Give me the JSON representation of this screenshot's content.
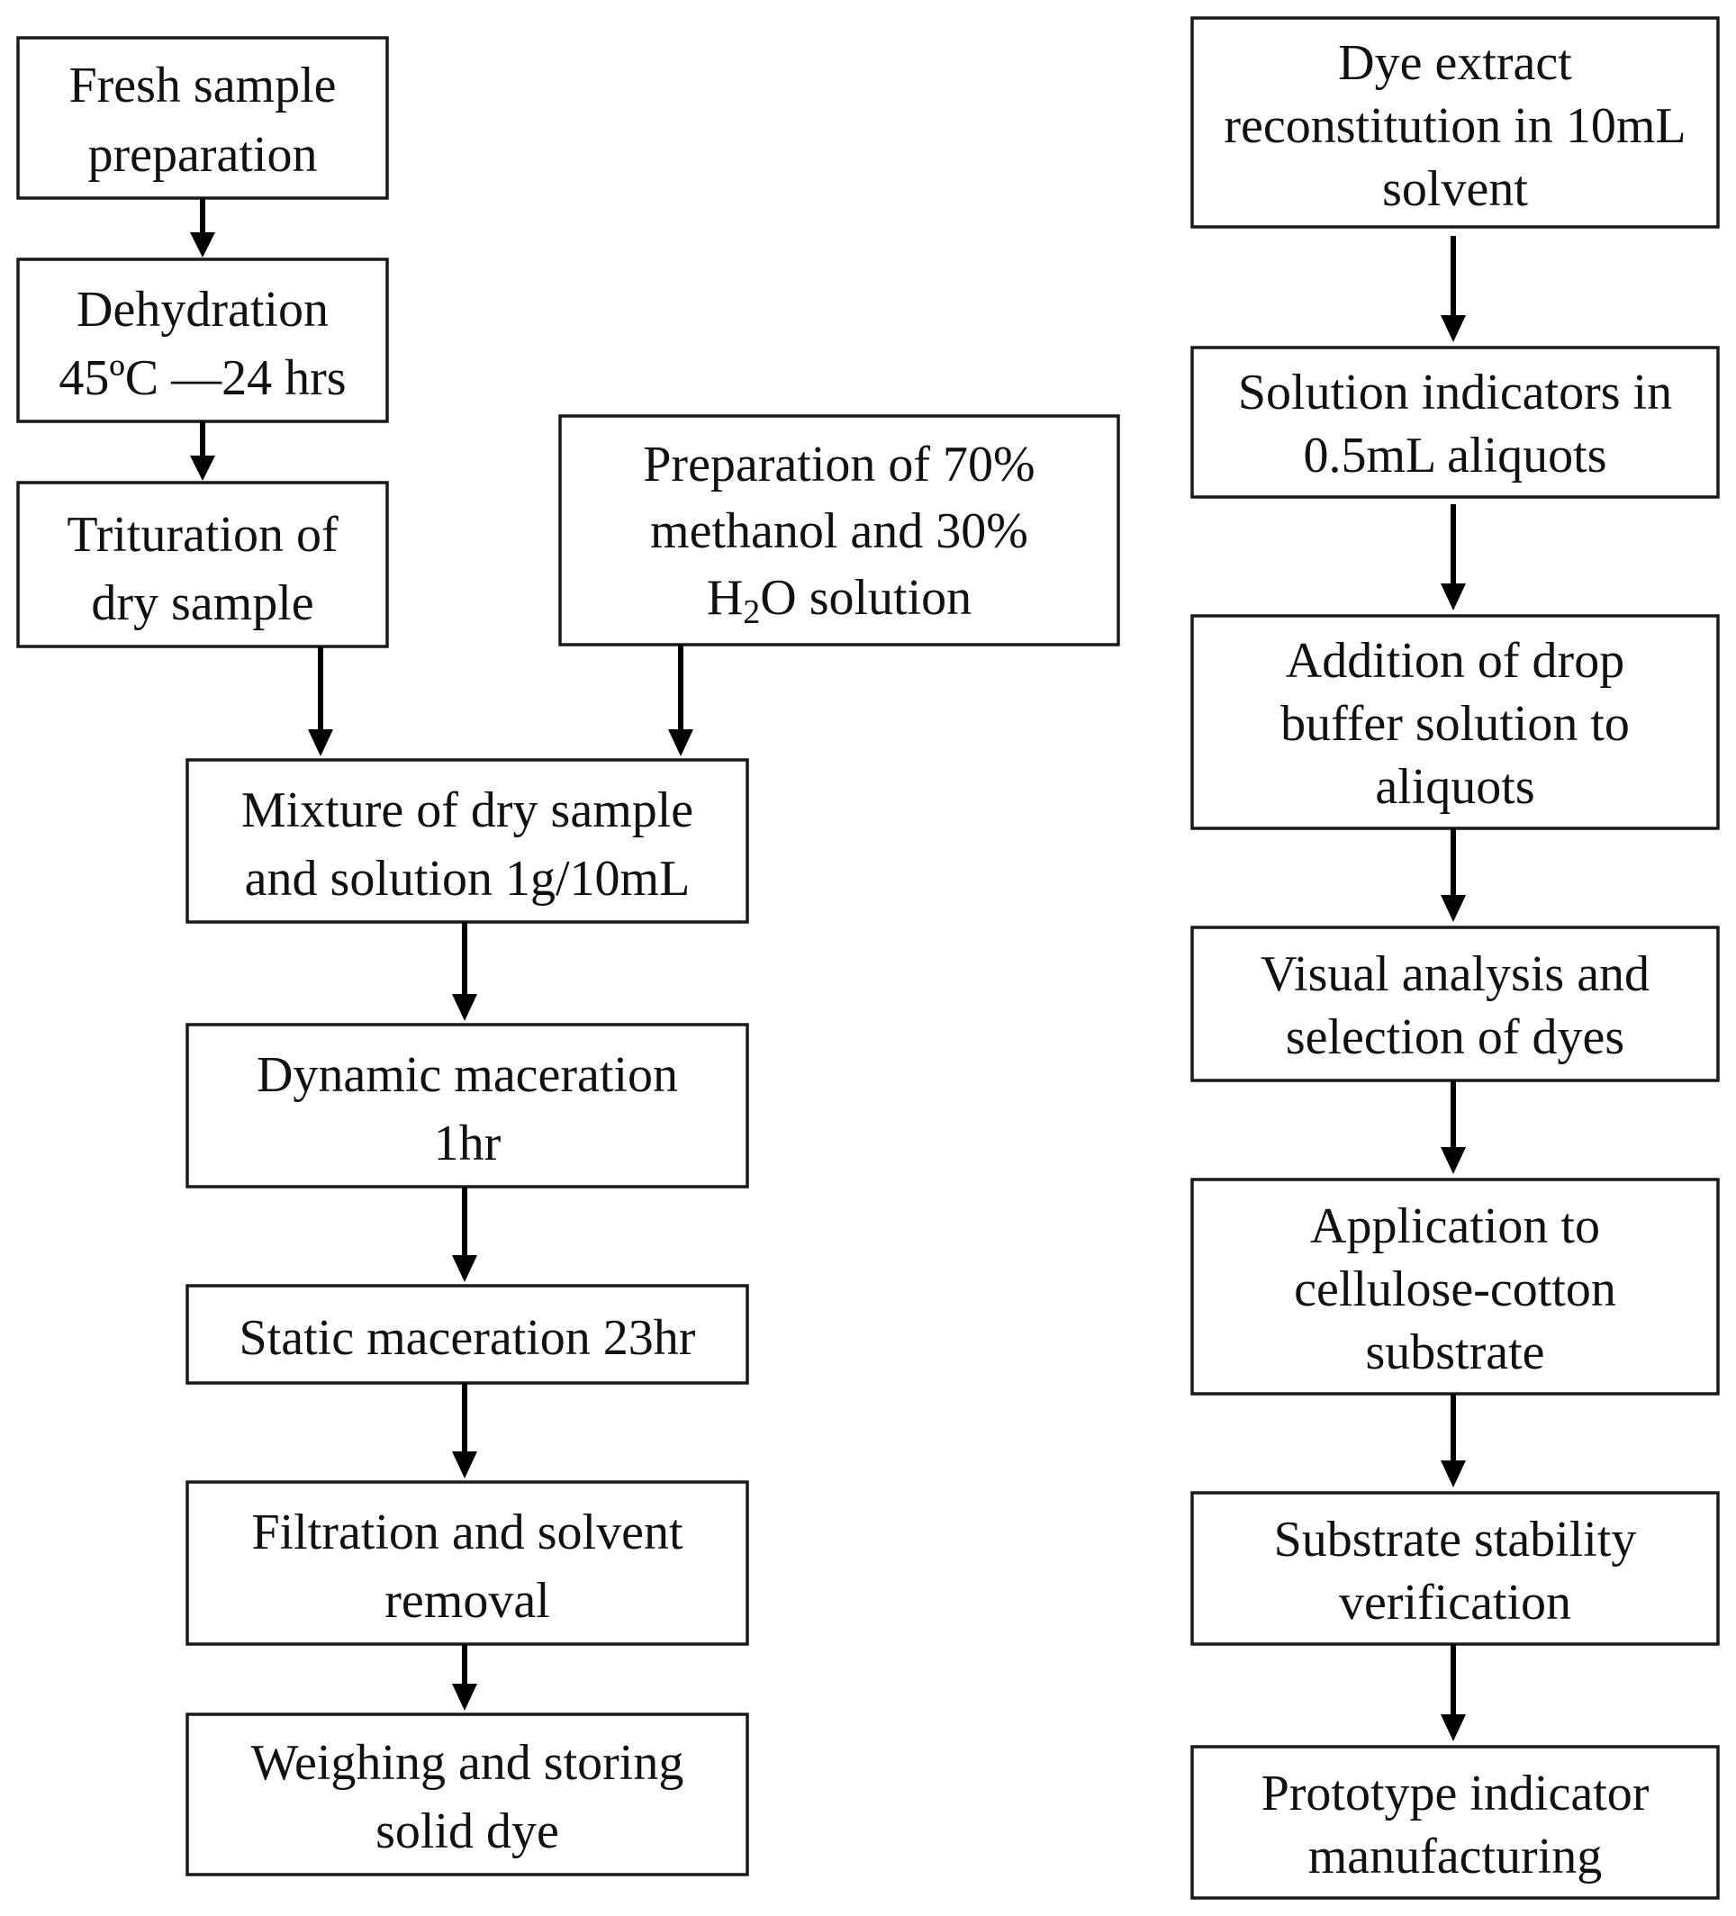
{
  "left_column": {
    "fresh_sample": [
      "Fresh sample",
      "preparation"
    ],
    "dehydration": [
      "Dehydration",
      "45ºC —24 hrs"
    ],
    "trituration": [
      "Trituration of",
      "dry sample"
    ],
    "mixture": [
      "Mixture of dry sample",
      "and solution 1g/10mL"
    ],
    "dynamic_maceration": [
      "Dynamic maceration",
      "1hr"
    ],
    "static_maceration": [
      "Static maceration 23hr"
    ],
    "filtration": [
      "Filtration and solvent",
      "removal"
    ],
    "weighing": [
      "Weighing and storing",
      "solid dye"
    ]
  },
  "solution_prep": {
    "line1": "Preparation of 70%",
    "line2": "methanol and 30%",
    "line3_prefix": "H",
    "line3_sub": "2",
    "line3_suffix": "O solution"
  },
  "right_column": {
    "reconstitution": [
      "Dye extract",
      "reconstitution in 10mL",
      "solvent"
    ],
    "indicators": [
      "Solution indicators in",
      "0.5mL aliquots"
    ],
    "buffer": [
      "Addition of drop",
      "buffer solution to",
      "aliquots"
    ],
    "visual_analysis": [
      "Visual analysis and",
      "selection of dyes"
    ],
    "application": [
      "Application to",
      "cellulose-cotton",
      "substrate"
    ],
    "stability": [
      "Substrate stability",
      "verification"
    ],
    "prototype": [
      "Prototype indicator",
      "manufacturing"
    ]
  }
}
